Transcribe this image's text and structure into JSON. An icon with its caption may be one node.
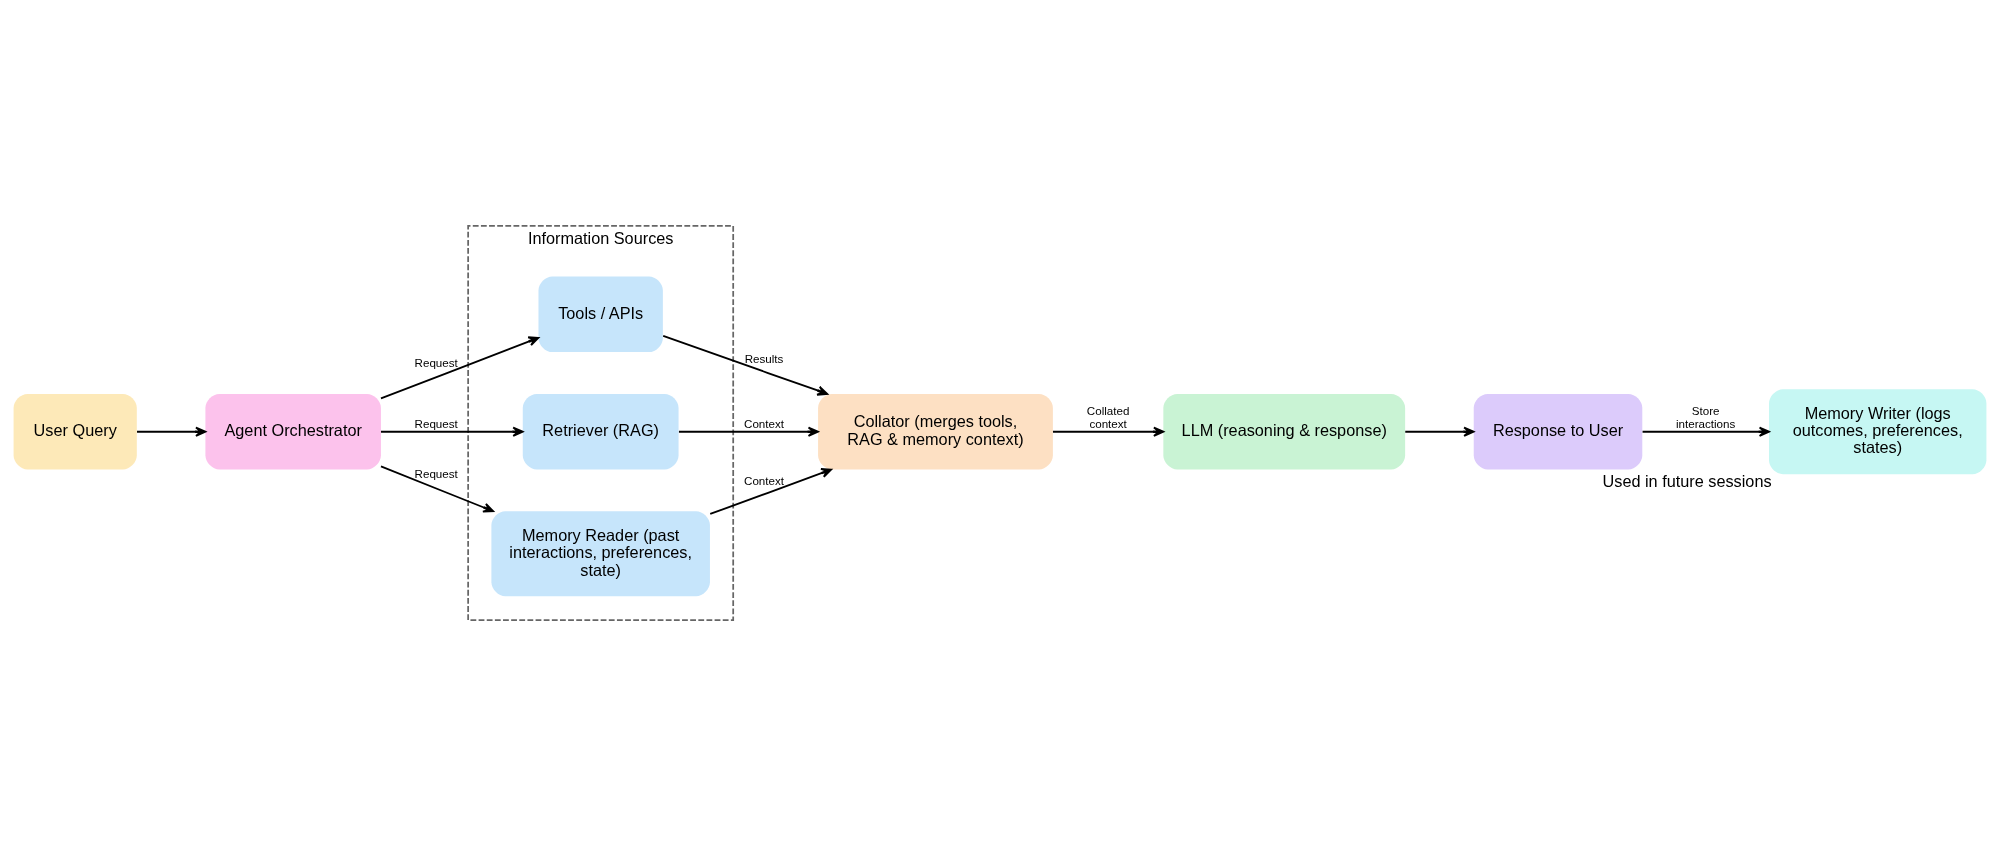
{
  "diagram": {
    "nodes": [
      {
        "text": [
          "User Query"
        ]
      },
      {
        "text": [
          "Agent Orchestrator"
        ]
      },
      {
        "text": [
          "Information Sources"
        ]
      },
      {
        "text": [
          "Tools / APIs"
        ],
        "in": 2
      },
      {
        "text": [
          "Retriever (RAG)"
        ],
        "in": 2
      },
      {
        "text": [
          "Memory Reader (past interactions, preferences, state)"
        ],
        "in": 2
      },
      {
        "text": [
          "Collator (merges tools, RAG & memory context)"
        ]
      },
      {
        "text": [
          "LLM (reasoning & response)"
        ]
      },
      {
        "text": [
          "Response to User"
        ]
      },
      {
        "text": [
          "Memory Writer (logs outcomes, preferences, states)"
        ],
        "beside": [
          "Used in future sessions"
        ]
      }
    ],
    "edges": [
      {
        "from": 0,
        "to": 1,
        "arrow": "to"
      },
      {
        "from": 1,
        "to": 3,
        "arrow": "to",
        "label": "Request"
      },
      {
        "from": 1,
        "to": 4,
        "arrow": "to",
        "label": "Request"
      },
      {
        "from": 1,
        "to": 5,
        "arrow": "to",
        "label": "Request"
      },
      {
        "from": 3,
        "to": 6,
        "arrow": "to",
        "label": "Results"
      },
      {
        "from": 4,
        "to": 6,
        "arrow": "to",
        "label": "Context"
      },
      {
        "from": 5,
        "to": 6,
        "arrow": "to",
        "label": "Context"
      },
      {
        "from": 6,
        "to": 7,
        "arrow": "to",
        "label": "Collated context"
      },
      {
        "from": 7,
        "to": 8,
        "arrow": "to"
      },
      {
        "from": 8,
        "to": 9,
        "arrow": "to",
        "label": "Store interactions"
      }
    ]
  }
}
